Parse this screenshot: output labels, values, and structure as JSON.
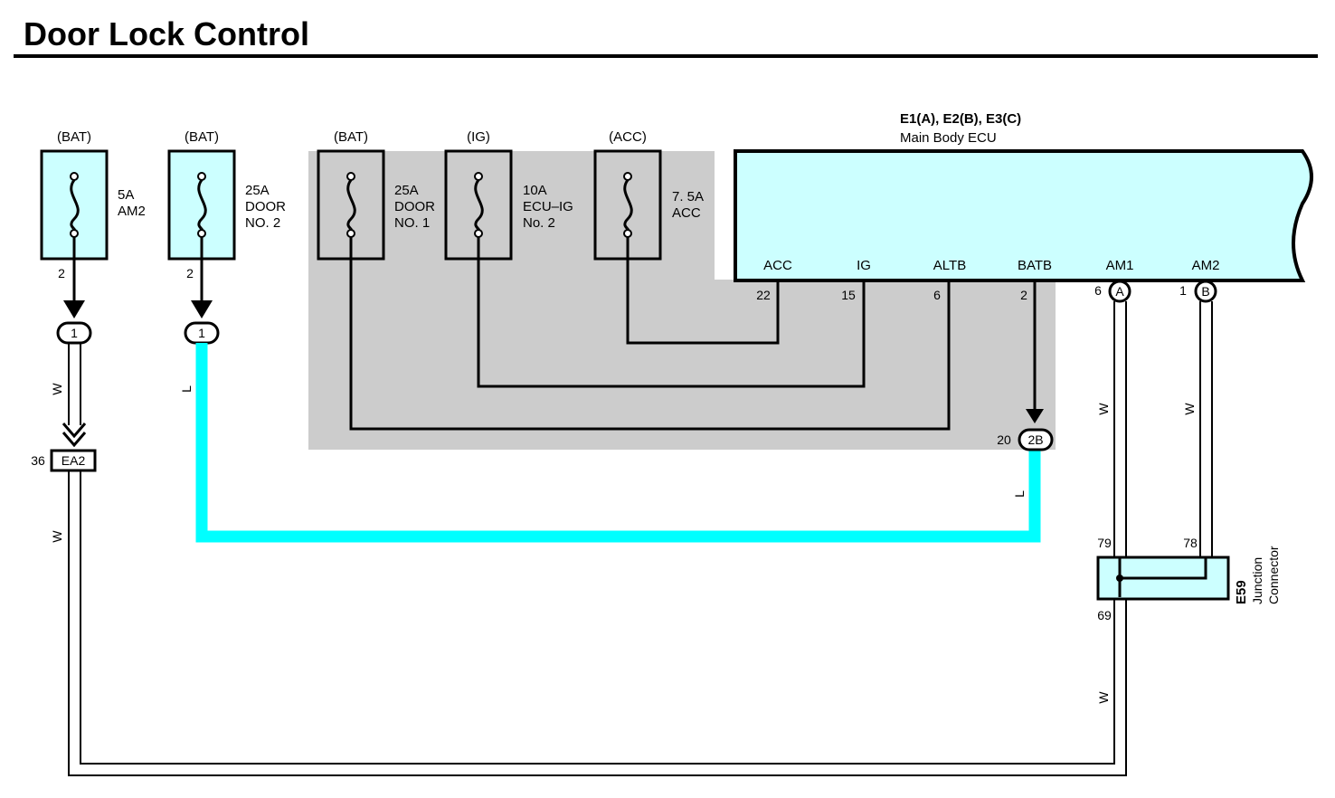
{
  "title": "Door Lock Control",
  "colors": {
    "ecu_fill": "#ccffff",
    "wire_blue": "#00ffff",
    "shade": "#cccccc",
    "fuse_fill": "#ccffff"
  },
  "fuses": [
    {
      "source": "(BAT)",
      "rating": "5A",
      "name": "AM2",
      "name2": "",
      "pin": "2"
    },
    {
      "source": "(BAT)",
      "rating": "25A",
      "name": "DOOR",
      "name2": "NO. 2",
      "pin": "2"
    },
    {
      "source": "(BAT)",
      "rating": "25A",
      "name": "DOOR",
      "name2": "NO. 1",
      "pin": ""
    },
    {
      "source": "(IG)",
      "rating": "10A",
      "name": "ECU–IG",
      "name2": "No. 2",
      "pin": ""
    },
    {
      "source": "(ACC)",
      "rating": "7. 5A",
      "name": "ACC",
      "name2": "",
      "pin": ""
    }
  ],
  "ecu": {
    "code": "E1(A), E2(B), E3(C)",
    "name": "Main Body ECU",
    "terminals": [
      {
        "label": "ACC",
        "pin": "22"
      },
      {
        "label": "IG",
        "pin": "15"
      },
      {
        "label": "ALTB",
        "pin": "6"
      },
      {
        "label": "BATB",
        "pin": "2"
      },
      {
        "label": "AM1",
        "pin": "6",
        "connector": "A"
      },
      {
        "label": "AM2",
        "pin": "1",
        "connector": "B"
      }
    ]
  },
  "connectors": {
    "c1": "1",
    "c2": "1",
    "ea2": {
      "name": "EA2",
      "pin": "36"
    },
    "c2b": {
      "name": "2B",
      "pin": "20"
    }
  },
  "junction": {
    "code": "E59",
    "name1": "Junction",
    "name2": "Connector",
    "pin_in1": "79",
    "pin_in2": "78",
    "pin_out": "69"
  },
  "wire_colors": {
    "w": "W",
    "l": "L"
  }
}
